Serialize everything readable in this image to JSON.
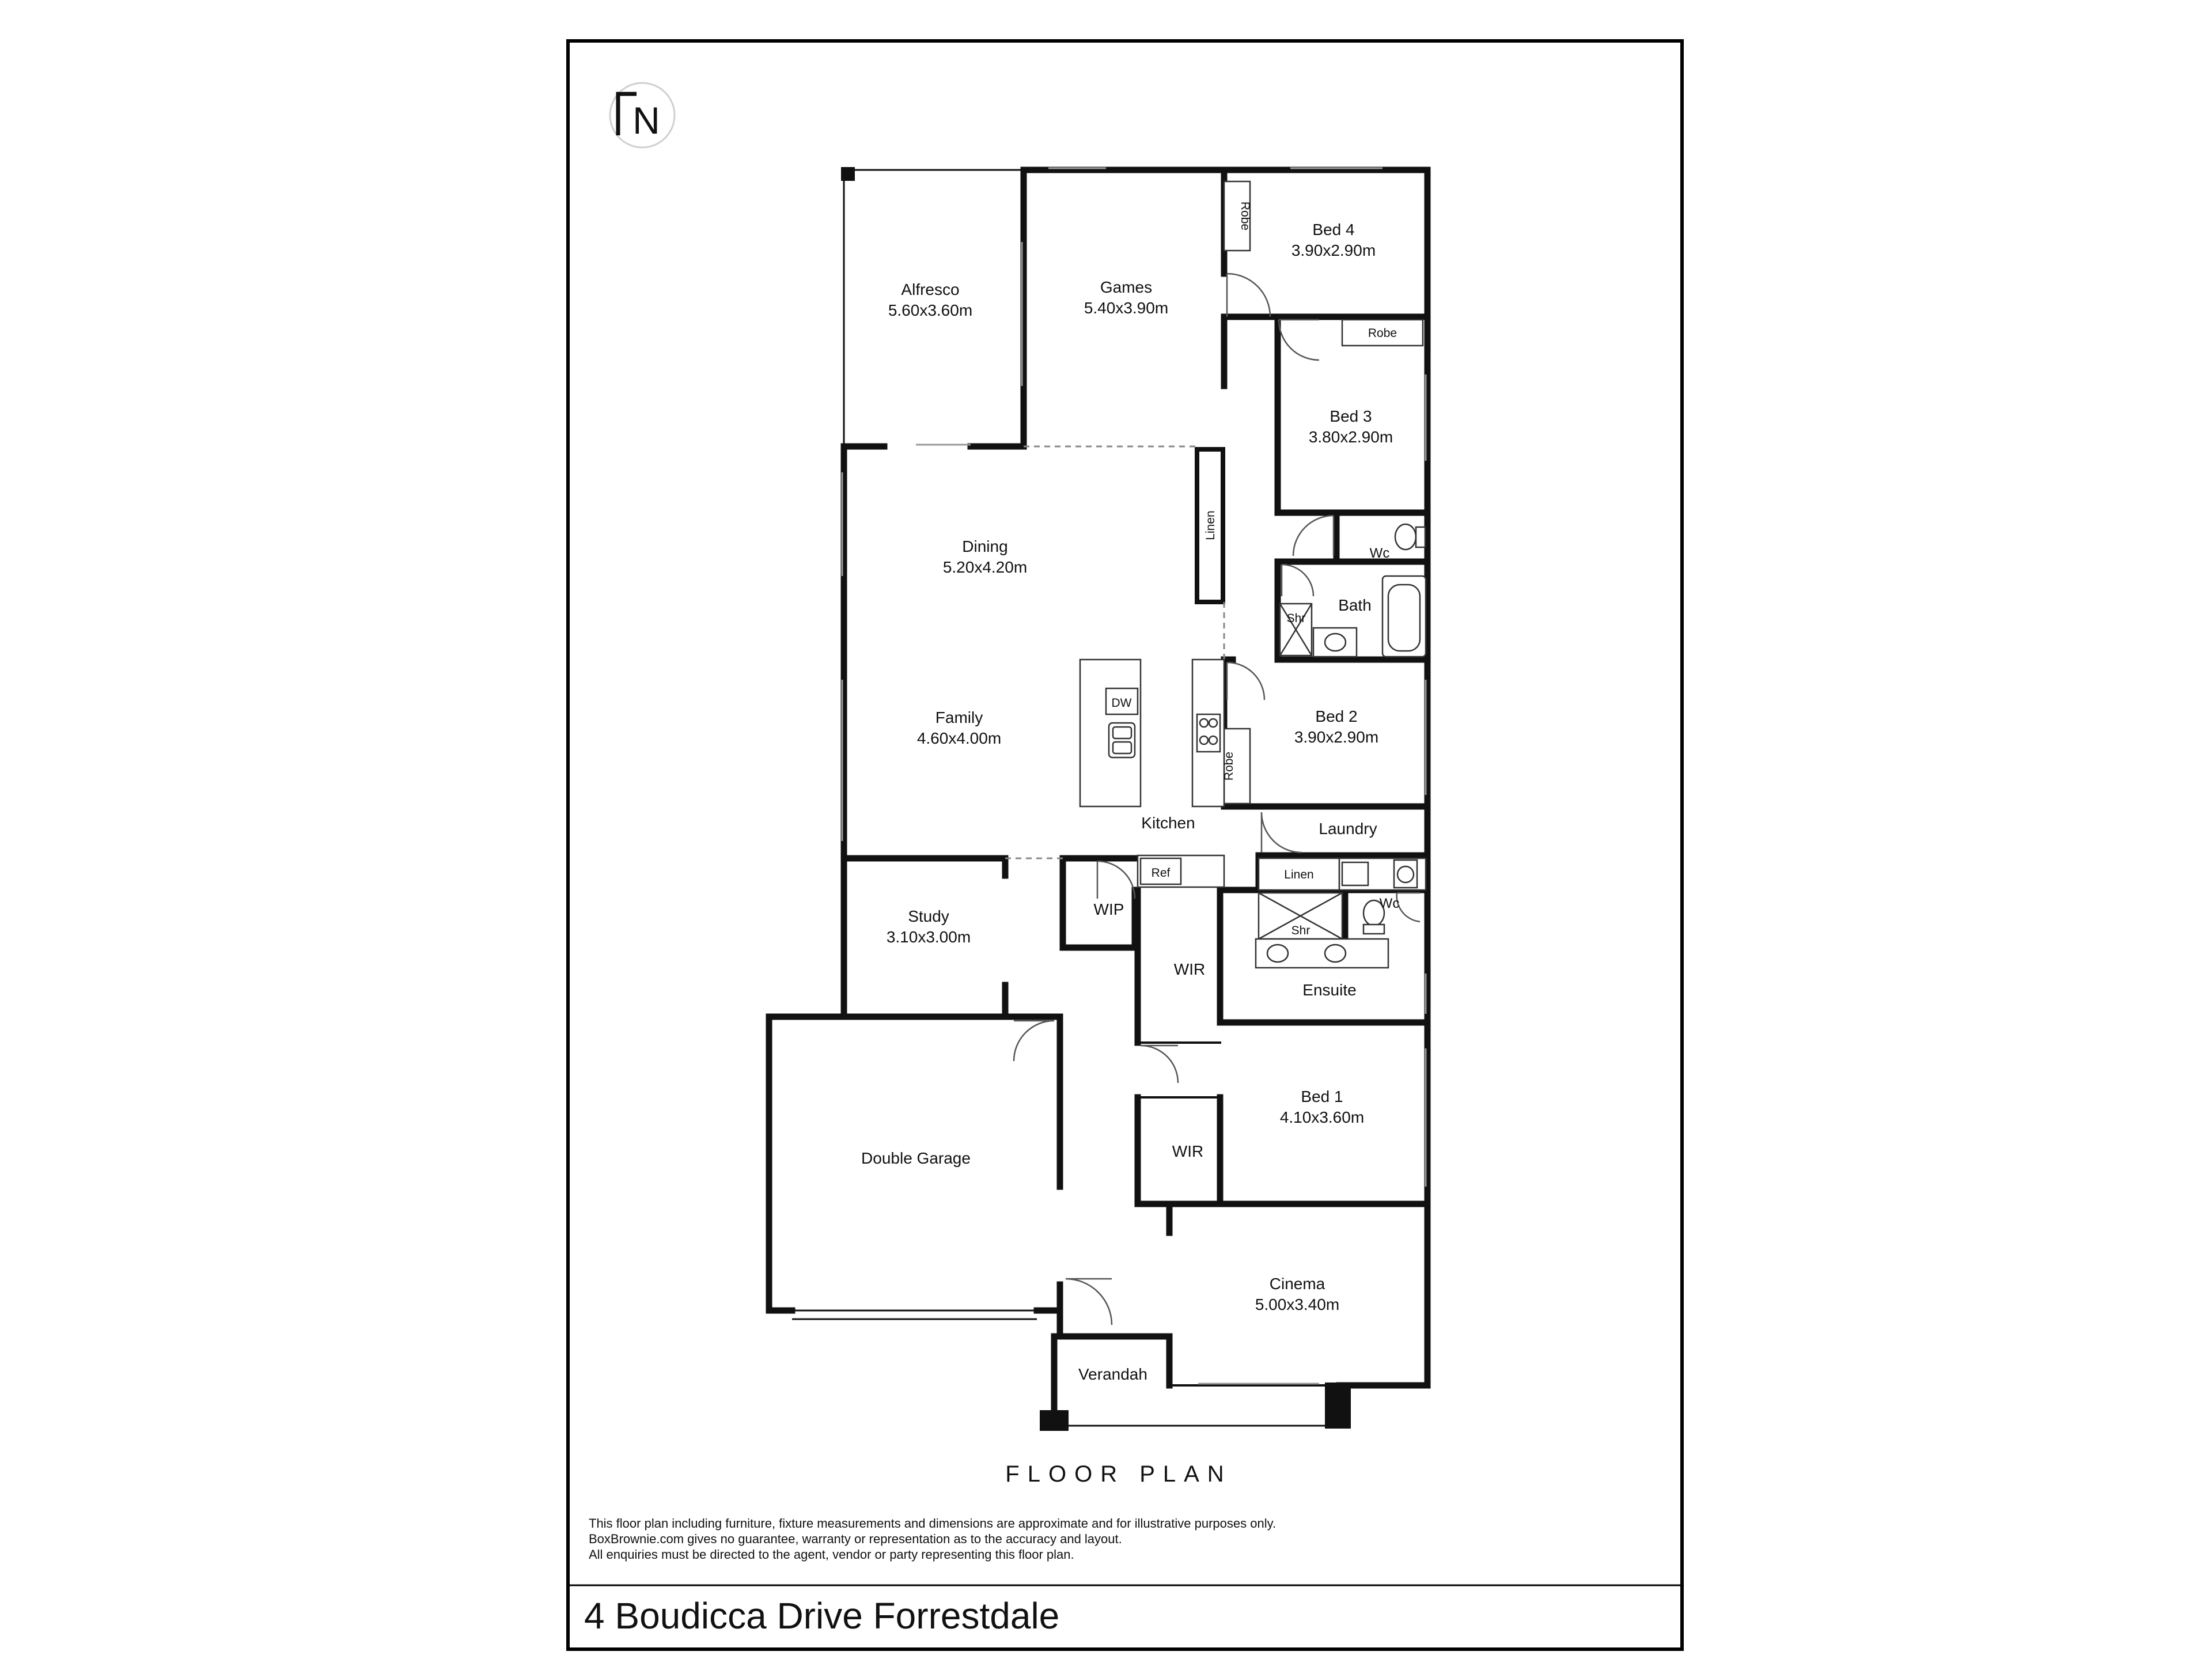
{
  "logo": {
    "letter": "N",
    "icon": "north-arrow-icon"
  },
  "rooms": {
    "alfresco": {
      "name": "Alfresco",
      "dim": "5.60x3.60m"
    },
    "games": {
      "name": "Games",
      "dim": "5.40x3.90m"
    },
    "bed4": {
      "name": "Bed 4",
      "dim": "3.90x2.90m"
    },
    "bed3": {
      "name": "Bed 3",
      "dim": "3.80x2.90m"
    },
    "dining": {
      "name": "Dining",
      "dim": "5.20x4.20m"
    },
    "family": {
      "name": "Family",
      "dim": "4.60x4.00m"
    },
    "bed2": {
      "name": "Bed 2",
      "dim": "3.90x2.90m"
    },
    "kitchen": {
      "name": "Kitchen"
    },
    "laundry": {
      "name": "Laundry"
    },
    "study": {
      "name": "Study",
      "dim": "3.10x3.00m"
    },
    "ensuite": {
      "name": "Ensuite"
    },
    "bed1": {
      "name": "Bed 1",
      "dim": "4.10x3.60m"
    },
    "garage": {
      "name": "Double Garage"
    },
    "cinema": {
      "name": "Cinema",
      "dim": "5.00x3.40m"
    },
    "verandah": {
      "name": "Verandah"
    },
    "bath": {
      "name": "Bath"
    },
    "wip": {
      "name": "WIP"
    },
    "wir1": {
      "name": "WIR"
    },
    "wir2": {
      "name": "WIR"
    }
  },
  "fixtures": {
    "robe_bed4": "Robe",
    "robe_bed3": "Robe",
    "robe_bed2": "Robe",
    "linen_hall": "Linen",
    "linen_laundry": "Linen",
    "wc_upper": "Wc",
    "wc_ensuite": "Wc",
    "shr_bath": "Shr",
    "shr_ensuite": "Shr",
    "dw": "DW",
    "ref": "Ref"
  },
  "title": "FLOOR PLAN",
  "disclaimer": [
    "This floor plan including furniture, fixture measurements and dimensions are approximate and for illustrative purposes only.",
    "BoxBrownie.com gives no guarantee, warranty or representation as to the accuracy and layout.",
    "All enquiries must be directed to the agent, vendor or party representing this floor plan."
  ],
  "address": "4 Boudicca Drive Forrestdale"
}
